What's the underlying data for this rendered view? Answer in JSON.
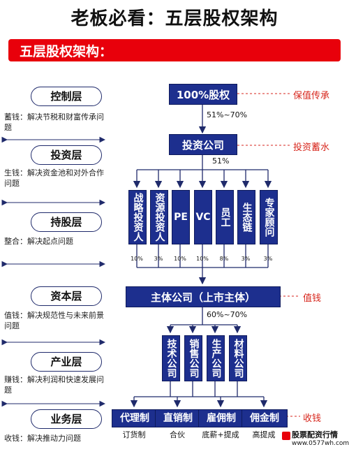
{
  "title": "老板必看：五层股权架构",
  "banner": "五层股权架构：",
  "layers": [
    {
      "name": "控制层",
      "desc": "蓄钱：解决节税和财富传承问题"
    },
    {
      "name": "投资层",
      "desc": "生钱：解决资金池和对外合作问题"
    },
    {
      "name": "持股层",
      "desc": "整合：解决起点问题"
    },
    {
      "name": "资本层",
      "desc": "值钱：解决规范性与未来前景问题"
    },
    {
      "name": "产业层",
      "desc": "赚钱：解决利润和快速发展问题"
    },
    {
      "name": "业务层",
      "desc": "收钱：解决推动力问题"
    }
  ],
  "top_box": "100%股权",
  "top_pct": "51%~70%",
  "invest_box": "投资公司",
  "invest_pct": "51%",
  "holders": [
    {
      "label": "战略投资人",
      "pct": "10%"
    },
    {
      "label": "资源投资人",
      "pct": "3%"
    },
    {
      "label": "PE",
      "pct": "10%"
    },
    {
      "label": "VC",
      "pct": "10%"
    },
    {
      "label": "员工",
      "pct": "8%"
    },
    {
      "label": "生态链",
      "pct": "3%"
    },
    {
      "label": "专家顾问",
      "pct": "3%"
    }
  ],
  "main_box": "主体公司（上市主体）",
  "main_pct": "60%~70%",
  "subs": [
    "技术公司",
    "销售公司",
    "生产公司",
    "材料公司"
  ],
  "models": [
    {
      "label": "代理制",
      "desc": "订货制"
    },
    {
      "label": "直销制",
      "desc": "合伙"
    },
    {
      "label": "雇佣制",
      "desc": "底薪+提成"
    },
    {
      "label": "佣金制",
      "desc": "高提成"
    }
  ],
  "right_labels": {
    "control": "保值传承",
    "invest": "投资蓄水",
    "capital": "值钱",
    "business": "收钱"
  },
  "logo": {
    "brand": "股票配资行情",
    "url": "www.0577wh.com"
  },
  "colors": {
    "accent": "#e8000b",
    "box": "#1d2f8e",
    "line": "#1f2a6b"
  }
}
